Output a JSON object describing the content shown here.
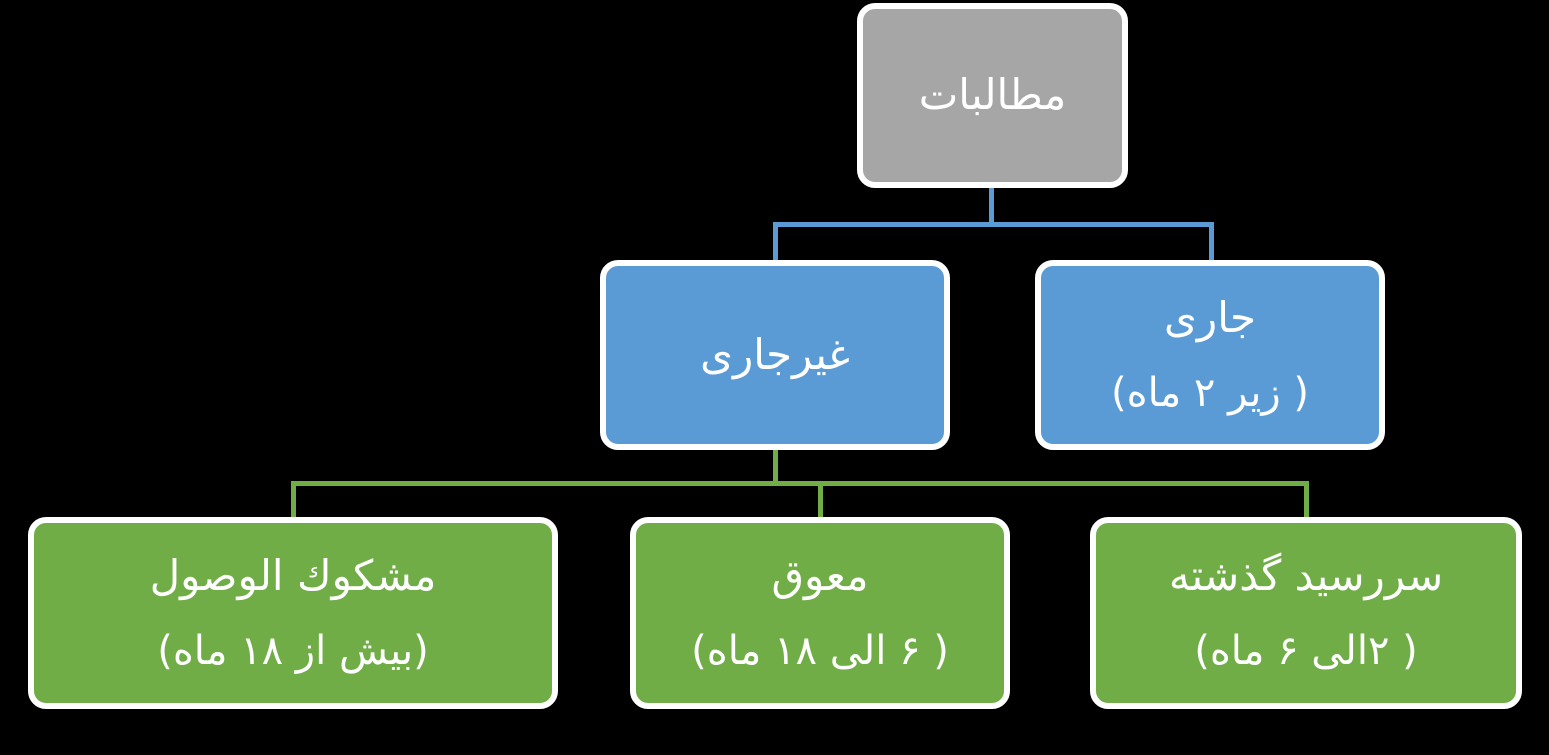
{
  "diagram": {
    "type": "hierarchy-tree",
    "direction": "rtl",
    "edges": [
      {
        "from": "root",
        "to": "noncurrent"
      },
      {
        "from": "root",
        "to": "current"
      },
      {
        "from": "noncurrent",
        "to": "doubtful"
      },
      {
        "from": "noncurrent",
        "to": "overdue"
      },
      {
        "from": "noncurrent",
        "to": "pastdue"
      }
    ]
  },
  "nodes": {
    "root": {
      "label": "مطالبات"
    },
    "noncurrent": {
      "label": "غیرجاری"
    },
    "current": {
      "label": "جاری",
      "sub": "( زیر ۲ ماه)"
    },
    "doubtful": {
      "label": "مشكوك الوصول",
      "sub": "(بیش از ۱۸ ماه)"
    },
    "overdue": {
      "label": "معوق",
      "sub": "( ۶ الی ۱۸ ماه)"
    },
    "pastdue": {
      "label": "سررسید گذشته",
      "sub": "( ۲الی ۶ ماه)"
    }
  },
  "colors": {
    "background": "#000000",
    "root_fill": "#A6A6A6",
    "level2_fill": "#5B9BD5",
    "level3_fill": "#70AD47",
    "blue_connector": "#5B9BD5",
    "green_connector": "#70AD47",
    "border": "#FFFFFF",
    "text": "#FFFFFF"
  }
}
